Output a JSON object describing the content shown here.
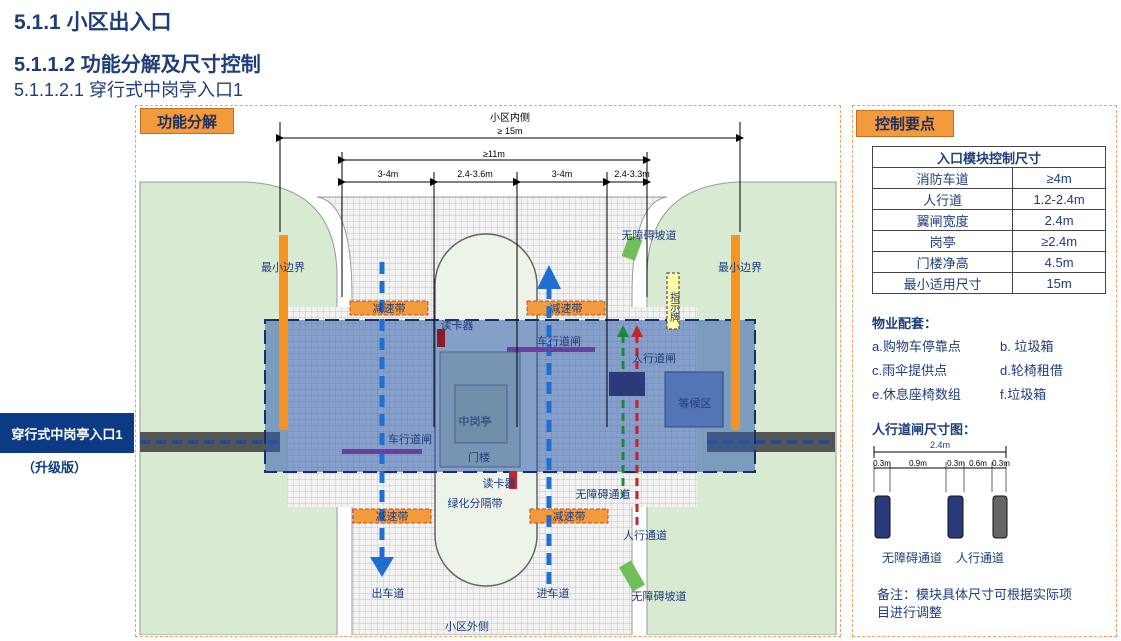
{
  "header": {
    "title1": "5.1.1 小区出入口",
    "title2": "5.1.1.2 功能分解及尺寸控制",
    "title3": "5.1.1.2.1 穿行式中岗亭入口1"
  },
  "sidebar": {
    "tag": "穿行式中岗亭入口1",
    "sub": "（升级版）"
  },
  "left_panel": {
    "tag": "功能分解",
    "diagram": {
      "top_label": "小区内侧",
      "bottom_label": "小区外侧",
      "dim_total": "≥ 15m",
      "dim_inner": "≥11m",
      "dim_a": "3-4m",
      "dim_b": "2.4-3.6m",
      "dim_c": "3-4m",
      "dim_d": "2.4-3.3m",
      "left_boundary": "最小边界",
      "right_boundary": "最小边界",
      "barrier_free_top": "无障碍坡道",
      "barrier_free_bottom": "无障碍坡道",
      "sign": "指示牌",
      "speed_bump_tl": "减速带",
      "speed_bump_tr": "减速带",
      "speed_bump_bl": "减速带",
      "speed_bump_br": "减速带",
      "card_reader_top": "读卡器",
      "card_reader_bottom": "读卡器",
      "vehicle_gate_top": "车行道闸",
      "vehicle_gate_bottom": "车行道闸",
      "pedestrian_gate": "人行道闸",
      "booth": "中岗亭",
      "gate_building": "门楼",
      "waiting_area": "等候区",
      "green_divider": "绿化分隔带",
      "barrier_free_lane": "无障碍通道",
      "pedestrian_lane": "人行通道",
      "exit_lane": "出车道",
      "entry_lane": "进车道"
    }
  },
  "right_panel": {
    "tag": "控制要点",
    "table": {
      "header": "入口模块控制尺寸",
      "rows": [
        {
          "name": "消防车道",
          "value": "≥4m"
        },
        {
          "name": "人行道",
          "value": "1.2-2.4m"
        },
        {
          "name": "翼闸宽度",
          "value": "2.4m"
        },
        {
          "name": "岗亭",
          "value": "≥2.4m"
        },
        {
          "name": "门楼净高",
          "value": "4.5m"
        },
        {
          "name": "最小适用尺寸",
          "value": "15m"
        }
      ]
    },
    "facilities_title": "物业配套：",
    "facilities": [
      "a.购物车停靠点",
      "b. 垃圾箱",
      "c.雨伞提供点",
      "d.轮椅租借",
      "e.休息座椅数组",
      "f.垃圾箱"
    ],
    "gate_title": "人行道闸尺寸图：",
    "gate_total": "2.4m",
    "gate_dims": [
      "0.3m",
      "0.9m",
      "0.3m",
      "0.6m",
      "0.3m"
    ],
    "gate_labels": [
      "无障碍通道",
      "人行通道"
    ],
    "note": "备注：模块具体尺寸可根据实际项目进行调整"
  },
  "colors": {
    "navy": "#0d3a85",
    "orange": "#f39a3c",
    "overlay_blue": "#2f5bab",
    "green_area": "#d9ead3"
  }
}
